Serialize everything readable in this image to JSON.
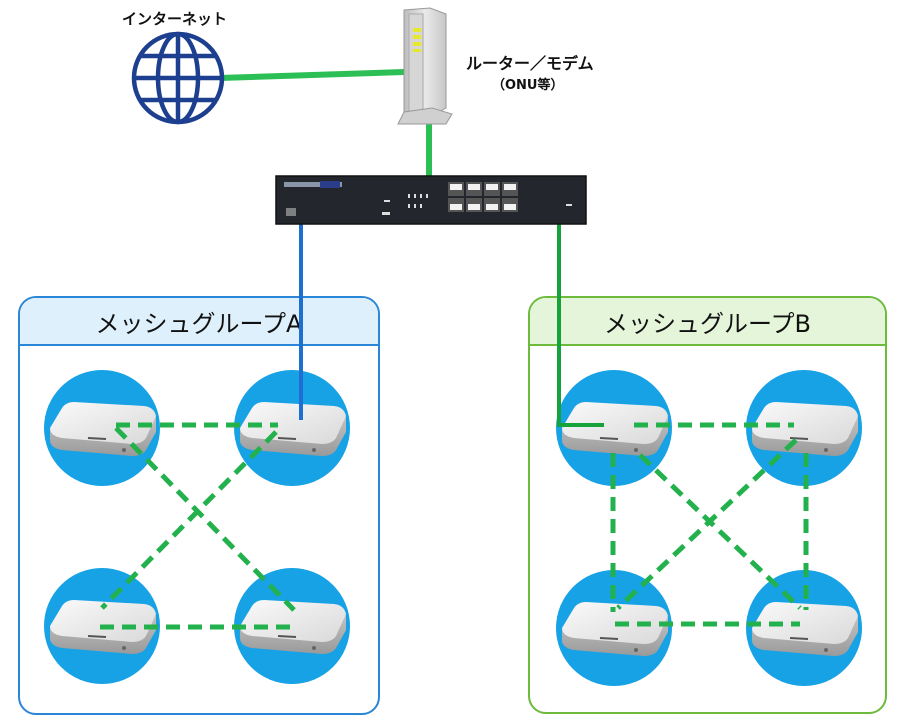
{
  "internet": {
    "label": "インターネット",
    "icon": "globe-icon"
  },
  "router": {
    "label": "ルーター／モデム",
    "sublabel": "（ONU等）",
    "icon": "router-icon"
  },
  "switch": {
    "icon": "network-switch-icon",
    "ports": 8
  },
  "groups": [
    {
      "id": "A",
      "title": "メッシュグループA",
      "color": "#2a86d6",
      "uplink_color": "#1f6fd0",
      "access_points": 4,
      "mesh_links": [
        "top-left—top-right",
        "bottom-left—bottom-right",
        "top-left—bottom-right",
        "top-right—bottom-left"
      ]
    },
    {
      "id": "B",
      "title": "メッシュグループB",
      "color": "#6cbb3c",
      "uplink_color": "#17a33c",
      "access_points": 4,
      "mesh_links": [
        "top-left—top-right",
        "bottom-left—bottom-right",
        "top-left—bottom-left",
        "top-right—bottom-right",
        "top-left—bottom-right",
        "top-right—bottom-left"
      ]
    }
  ],
  "colors": {
    "wired_link": "#2cbf55",
    "mesh_link": "#22b14c",
    "ap_circle": "#18a2e6",
    "globe": "#1c3f8f"
  }
}
